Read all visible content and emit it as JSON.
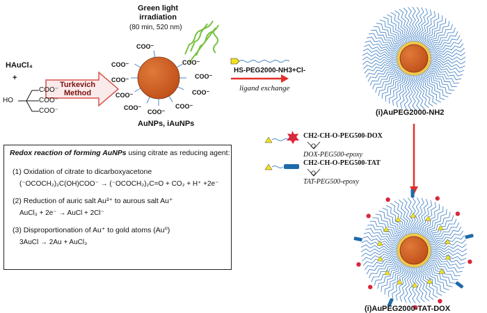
{
  "left": {
    "reagent1": "HAuCl₄",
    "plus": "+",
    "ho": "HO",
    "coo1": "COO⁻",
    "coo2": "COO⁻",
    "coo3": "COO⁻",
    "method": "Turkevich\nMethod"
  },
  "aunp": {
    "light_title": "Green light\nirradiation",
    "light_params": "(80 min, 520 nm)",
    "label": "AuNPs, iAuNPs",
    "coo_label": "COO⁻"
  },
  "reaction_arrow": {
    "reagent": "HS-PEG2000-NH3+Cl-",
    "caption": "ligand exchange"
  },
  "pegylated": {
    "label": "(i)AuPEG2000-NH2"
  },
  "linkers": {
    "dox_formula": "CH2-CH-O-PEG500-DOX",
    "dox_caption": "DOX-PEG500-epoxy",
    "tat_formula": "CH2-CH-O-PEG500-TAT",
    "tat_caption": "TAT-PEG500-epoxy",
    "o_label": "O"
  },
  "final": {
    "label": "(i)AuPEG2000-TAT-DOX"
  },
  "redox_box": {
    "heading": "Redox reaction of forming AuNPs",
    "heading_tail": " using citrate as reducing agent:",
    "step1": "(1) Oxidation of citrate to dicarboxyacetone",
    "eq1": "(⁻OCOCH₂)₂C(OH)COO⁻ → (⁻OCOCH₂)₂C=O + CO₂ + H⁺ +2e⁻",
    "step2": "(2) Reduction of auric salt Au³⁺ to aurous salt Au⁺",
    "eq2": "AuCl₃ + 2e⁻ → AuCl + 2Cl⁻",
    "step3": "(3) Disproportionation of Au⁺ to gold atoms (Au⁰)",
    "eq3": "3AuCl → 2Au + AuCl₃"
  },
  "colors": {
    "gold_core": "#c0501a",
    "gold_halo": "#f2c23a",
    "chain": "#4a86c8",
    "arrow_red": "#e0302a",
    "light_green": "#7ac142",
    "dox_red": "#d8283c",
    "tat_blue": "#1e6aa8",
    "linker_yellow": "#f4e21a",
    "method_box": "#d9534f"
  }
}
